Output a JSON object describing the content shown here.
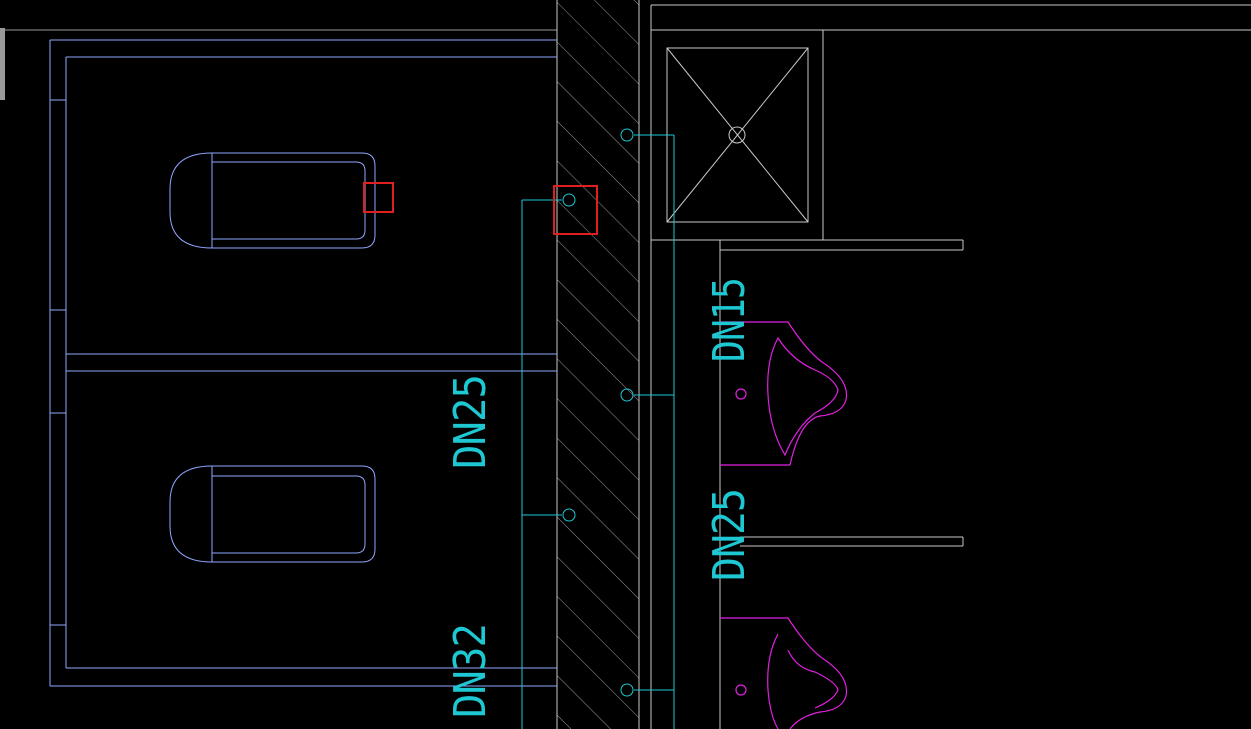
{
  "colors": {
    "background": "#000000",
    "wall": "#c8c8c8",
    "partition": "#8fa7ff",
    "pipe": "#1ec8d2",
    "sink": "#e020e0",
    "highlight": "#e02020"
  },
  "labels": {
    "dn25_left": "DN25",
    "dn32": "DN32",
    "dn15": "DN15",
    "dn25_right": "DN25"
  },
  "fixtures": {
    "squat_toilets": 2,
    "wash_basins": 2,
    "floor_drain": 1,
    "highlight_boxes": 2
  },
  "icons": [
    "squat-toilet-icon",
    "wash-basin-icon",
    "floor-drain-icon",
    "pipe-outlet-icon"
  ]
}
